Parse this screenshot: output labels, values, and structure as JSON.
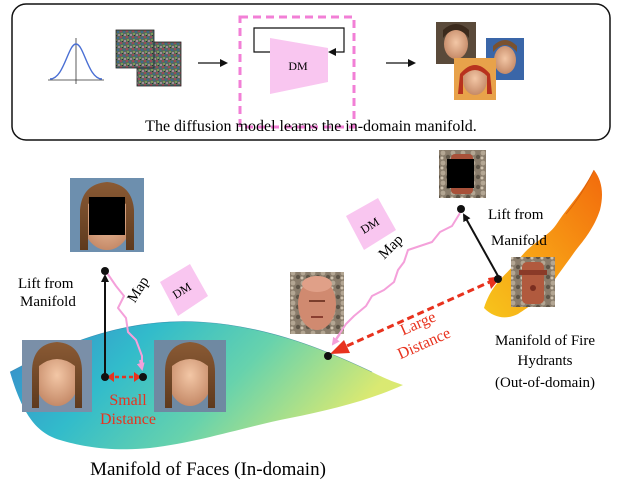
{
  "top_panel": {
    "dm_label": "DM",
    "caption": "The diffusion model learns the in-domain manifold."
  },
  "faces": {
    "lift_label_line1": "Lift from",
    "lift_label_line2": "Manifold",
    "map_label": "Map",
    "dm_label": "DM",
    "small_distance_line1": "Small",
    "small_distance_line2": "Distance",
    "manifold_caption": "Manifold of Faces (In-domain)"
  },
  "hydrants": {
    "dm_label": "DM",
    "map_label": "Map",
    "lift_label_line1": "Lift from",
    "lift_label_line2": "Manifold",
    "large_distance_line1": "Large",
    "large_distance_line2": "Distance",
    "manifold_caption_line1": "Manifold of Fire",
    "manifold_caption_line2": "Hydrants",
    "manifold_caption_line3": "(Out-of-domain)"
  },
  "colors": {
    "dm_pink": "#f9c6f0",
    "dashed_pink": "#f27fd6",
    "map_arrow": "#f4a0da",
    "distance_red": "#e8321e",
    "lift_black": "#111111"
  }
}
